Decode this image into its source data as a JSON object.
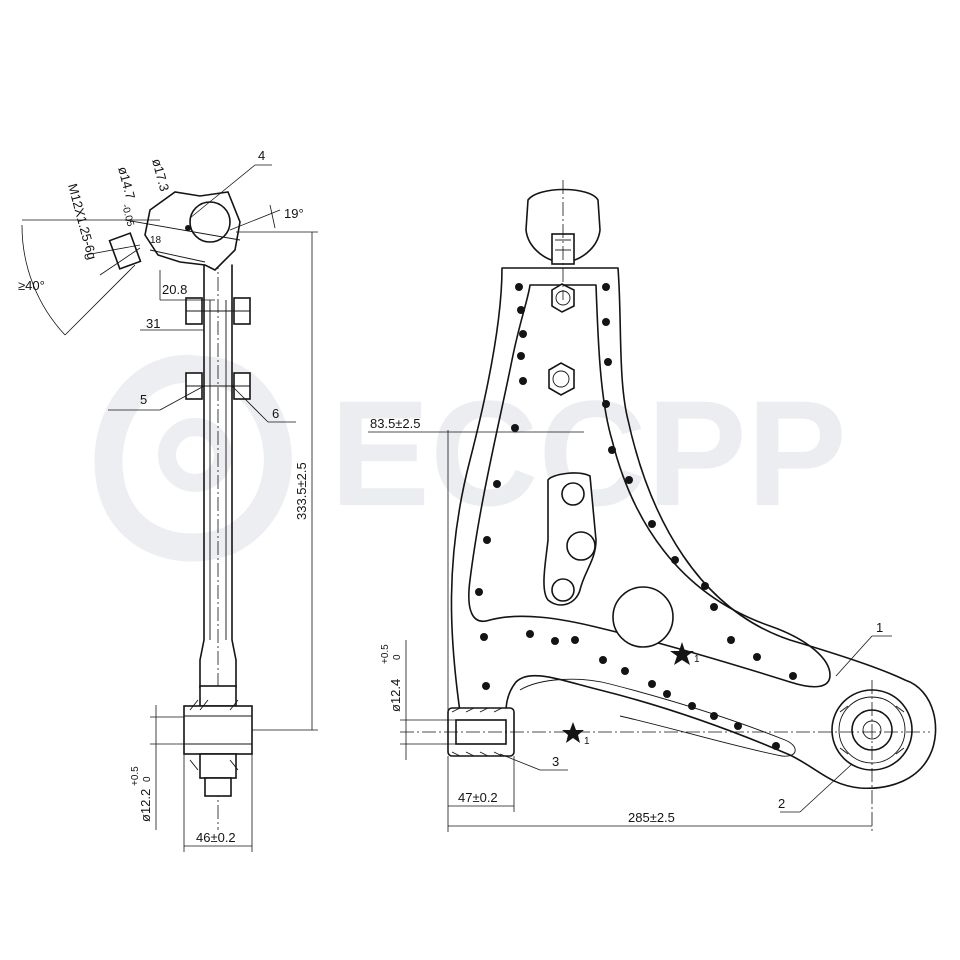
{
  "watermark": {
    "text": "ECCPP"
  },
  "side_view": {
    "dims": {
      "thread": "M12X1.25-6g",
      "dia_a": "ø14.7",
      "dia_a_tol": "-0.05",
      "dia_a_tol_top": "0",
      "dia_b": "ø17.3",
      "angle_min": "≥40°",
      "angle_tilt": "19°",
      "len_208": "20.8",
      "len_31": "31",
      "len_total": "333.5±2.5",
      "bush_dia": "ø12.2",
      "bush_dia_tol_top": "+0.5",
      "bush_dia_tol_bot": "0",
      "bush_width": "46±0.2",
      "small_18": "18"
    },
    "callouts": {
      "c4": "4",
      "c5": "5",
      "c6": "6"
    }
  },
  "front_view": {
    "dims": {
      "offset": "83.5±2.5",
      "bush_dia": "ø12.4",
      "bush_dia_tol_top": "+0.5",
      "bush_dia_tol_bot": "0",
      "bush_len": "47±0.2",
      "span": "285±2.5"
    },
    "callouts": {
      "c1": "1",
      "c2": "2",
      "c3": "3"
    },
    "star_marks": {
      "s1": "1",
      "s2": "1"
    }
  }
}
